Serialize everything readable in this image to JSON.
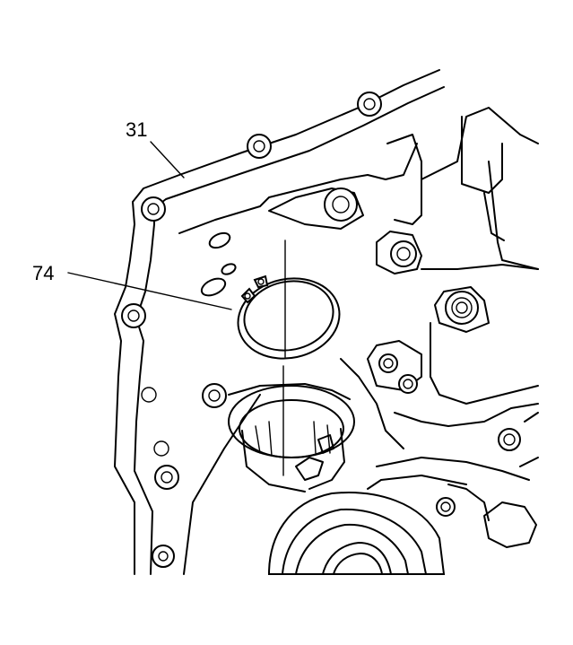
{
  "callouts": [
    {
      "id": "31",
      "label": "31"
    },
    {
      "id": "74",
      "label": "74"
    }
  ],
  "colors": {
    "line": "#000000",
    "background": "#ffffff"
  }
}
